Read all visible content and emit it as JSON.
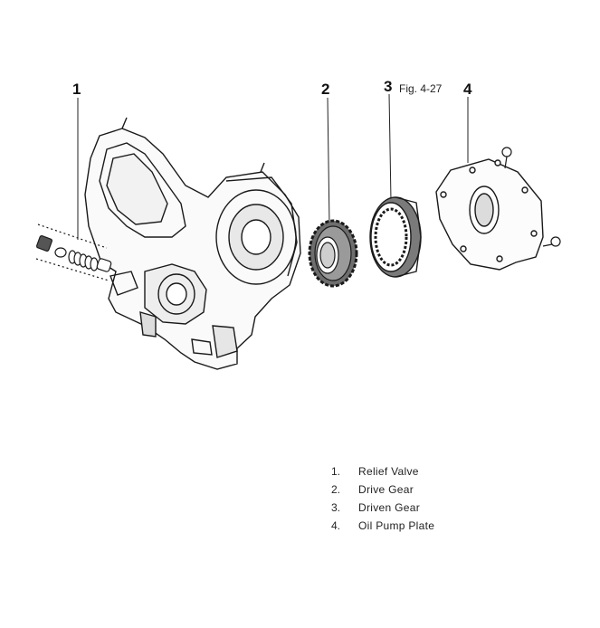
{
  "figure": {
    "label": "Fig. 4-27",
    "callouts": [
      "1",
      "2",
      "3",
      "4"
    ]
  },
  "legend": [
    {
      "number": "1.",
      "text": "Relief Valve"
    },
    {
      "number": "2.",
      "text": "Drive Gear"
    },
    {
      "number": "3.",
      "text": "Driven Gear"
    },
    {
      "number": "4.",
      "text": "Oil Pump Plate"
    }
  ],
  "colors": {
    "ink": "#1a1a1a",
    "shade": "#6e6e6e",
    "background": "#ffffff"
  }
}
